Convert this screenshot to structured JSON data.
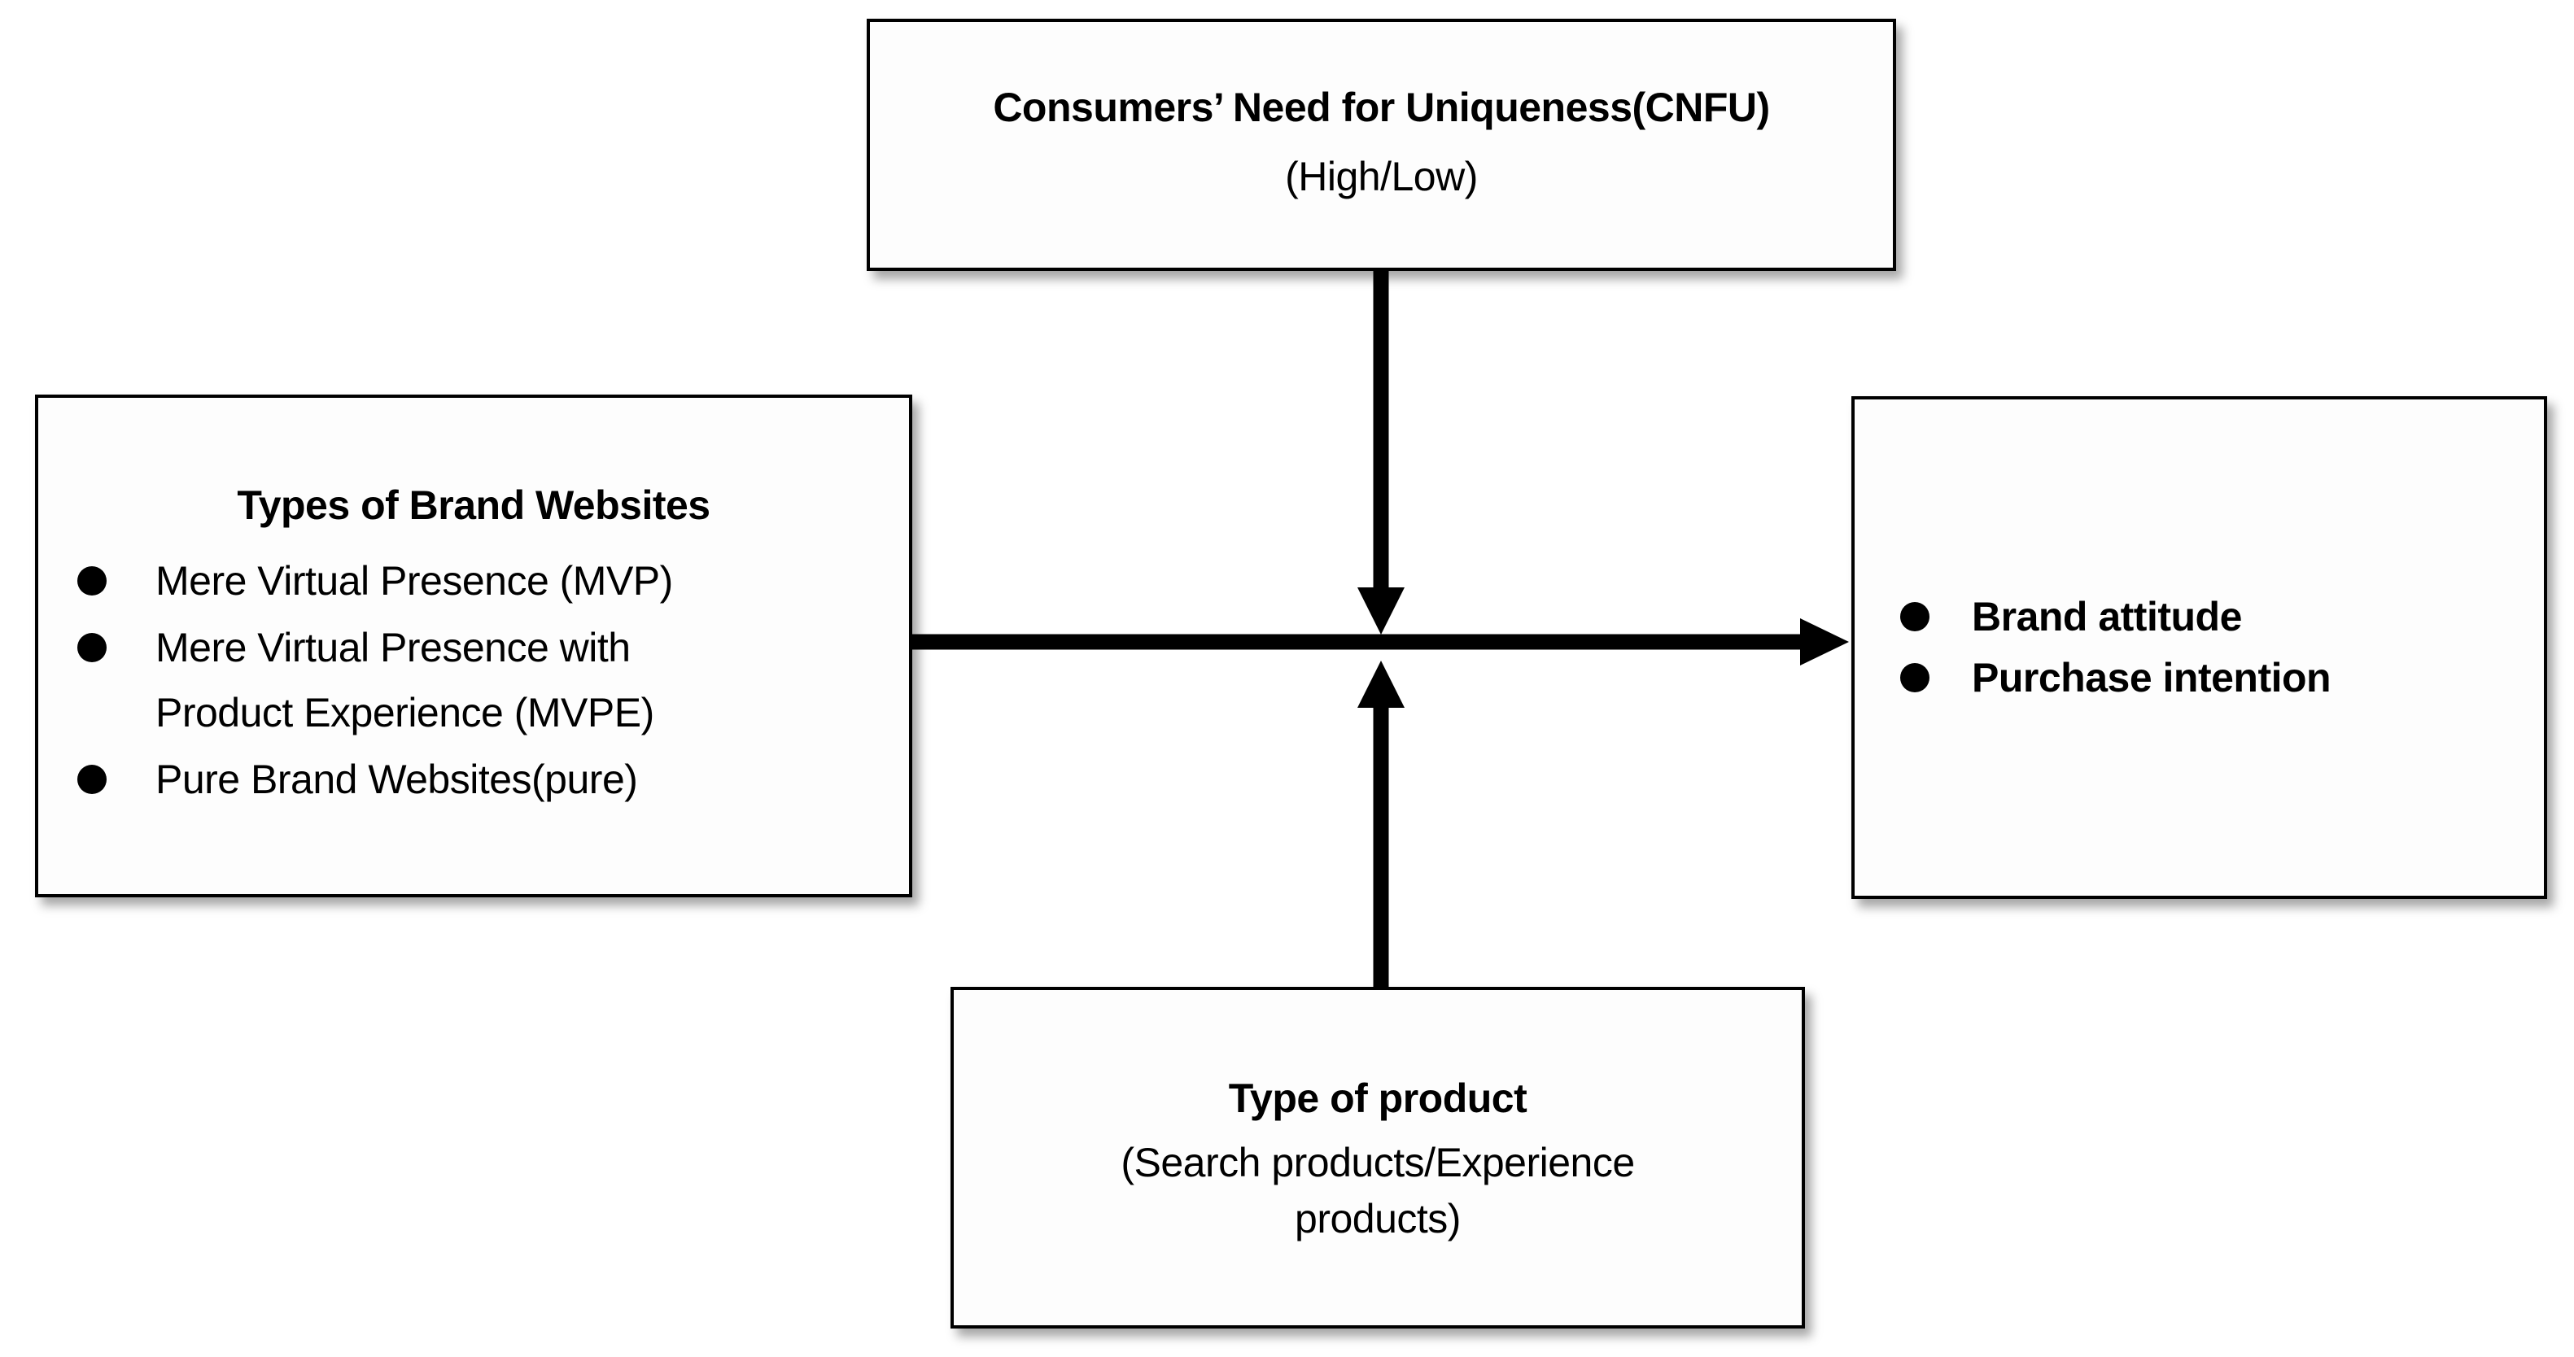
{
  "canvas": {
    "background_color": "#ffffff",
    "ink_color": "#000000"
  },
  "top_box": {
    "title": "Consumers’ Need for Uniqueness(CNFU)",
    "subtitle": "(High/Low)"
  },
  "left_box": {
    "title": "Types of Brand Websites",
    "items": [
      {
        "lines": [
          "Mere Virtual Presence (MVP)",
          ""
        ]
      },
      {
        "lines": [
          "Mere Virtual Presence with",
          "Product Experience (MVPE)"
        ]
      },
      {
        "lines": [
          "Pure Brand Websites(pure)",
          ""
        ]
      }
    ]
  },
  "right_box": {
    "items": [
      "Brand attitude",
      "Purchase intention"
    ]
  },
  "bottom_box": {
    "title": "Type of product",
    "subtitle_lines": [
      "(Search products/Experience",
      "products)"
    ]
  },
  "arrows": {
    "main_effect": "left box to right box",
    "cnfu_moderator": "top box down to main arrow",
    "product_type_moderator": "bottom box up to main arrow"
  }
}
